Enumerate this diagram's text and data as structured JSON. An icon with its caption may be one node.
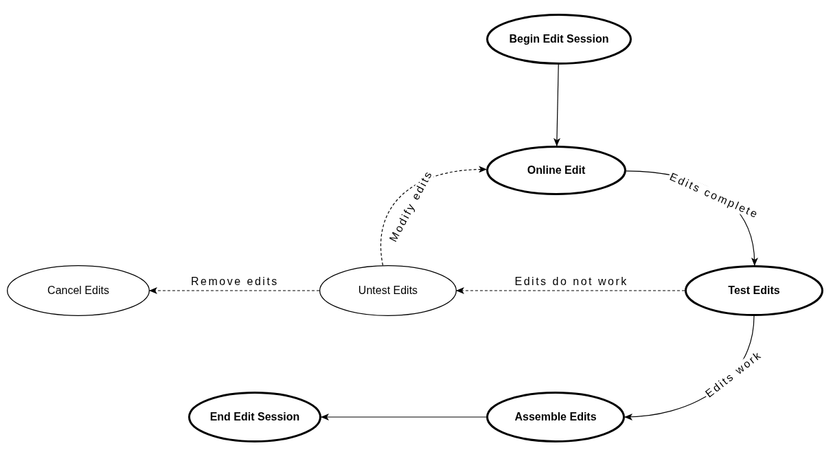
{
  "diagram": {
    "nodes": [
      {
        "text": [
          "Begin Edit Session"
        ]
      },
      {
        "text": [
          "Online Edit"
        ]
      },
      {
        "text": [
          "Test Edits"
        ]
      },
      {
        "text": [
          "Untest Edits"
        ]
      },
      {
        "text": [
          "Cancel Edits"
        ]
      },
      {
        "text": [
          "Assemble Edits"
        ]
      },
      {
        "text": [
          "End Edit Session"
        ]
      }
    ],
    "edges": [
      {
        "from": 0,
        "to": 1,
        "arrow": "to"
      },
      {
        "from": 1,
        "to": 2,
        "arrow": "to",
        "label": "Edits complete"
      },
      {
        "from": 2,
        "to": 3,
        "arrow": "to",
        "label": "Edits do not work",
        "style": "dashed"
      },
      {
        "from": 3,
        "to": 4,
        "arrow": "to",
        "label": "Remove edits",
        "style": "dashed"
      },
      {
        "from": 3,
        "to": 1,
        "arrow": "to",
        "label": "Modify edits",
        "style": "dashed"
      },
      {
        "from": 2,
        "to": 5,
        "arrow": "to",
        "label": "Edits work"
      },
      {
        "from": 5,
        "to": 6,
        "arrow": "to"
      }
    ]
  }
}
